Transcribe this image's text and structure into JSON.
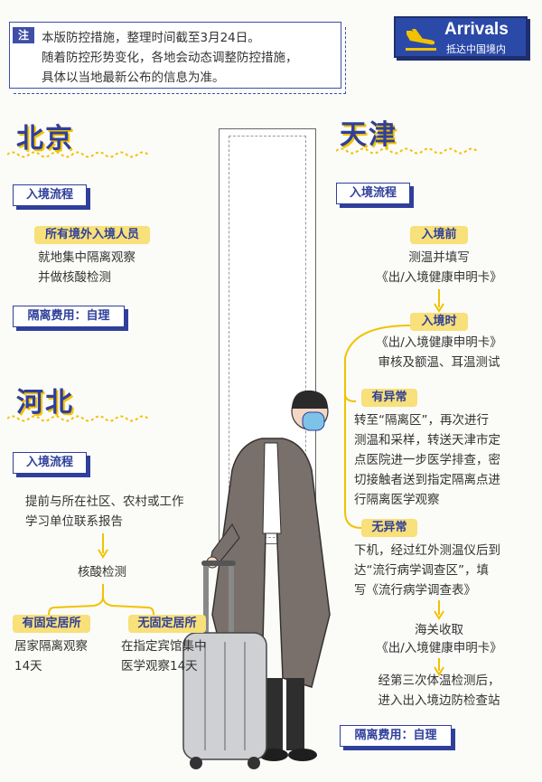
{
  "note": {
    "tag": "注",
    "lines": [
      "本版防控措施，整理时间截至3月24日。",
      "随着防控形势变化，各地会动态调整防控措施，",
      "具体以当地最新公布的信息为准。"
    ]
  },
  "sign": {
    "title": "Arrivals",
    "subtitle": "抵达中国境内",
    "icon": "airplane-landing-icon"
  },
  "beijing": {
    "name": "北京",
    "process_label": "入境流程",
    "group": "所有境外入境人员",
    "lines": [
      "就地集中隔离观察",
      "并做核酸检测"
    ],
    "fee": "隔离费用：自理"
  },
  "hebei": {
    "name": "河北",
    "process_label": "入境流程",
    "lines": [
      "提前与所在社区、农村或工作",
      "学习单位联系报告"
    ],
    "test": "核酸检测",
    "fixed": {
      "label": "有固定居所",
      "lines": [
        "居家隔离观察",
        "14天"
      ]
    },
    "nofixed": {
      "label": "无固定居所",
      "lines": [
        "在指定宾馆集中",
        "医学观察14天"
      ]
    }
  },
  "tianjin": {
    "name": "天津",
    "process_label": "入境流程",
    "before": {
      "label": "入境前",
      "lines": [
        "测温并填写",
        "《出/入境健康申明卡》"
      ]
    },
    "during": {
      "label": "入境时",
      "lines": [
        "《出/入境健康申明卡》",
        "审核及额温、耳温测试"
      ]
    },
    "abnormal": {
      "label": "有异常",
      "lines": [
        "转至“隔离区”，再次进行",
        "测温和采样，转送天津市定",
        "点医院进一步医学排查，密",
        "切接触者送到指定隔离点进",
        "行隔离医学观察"
      ]
    },
    "normal": {
      "label": "无异常",
      "lines": [
        "下机，经过红外测温仪后到",
        "达“流行病学调查区”，填",
        "写《流行病学调查表》"
      ]
    },
    "customs": [
      "海关收取",
      "《出/入境健康申明卡》"
    ],
    "third": [
      "经第三次体温检测后，",
      "进入出入境边防检查站"
    ],
    "fee": "隔离费用：自理"
  },
  "colors": {
    "primary": "#2f3f9a",
    "accent": "#f2c200",
    "pill": "#f8e07a"
  }
}
